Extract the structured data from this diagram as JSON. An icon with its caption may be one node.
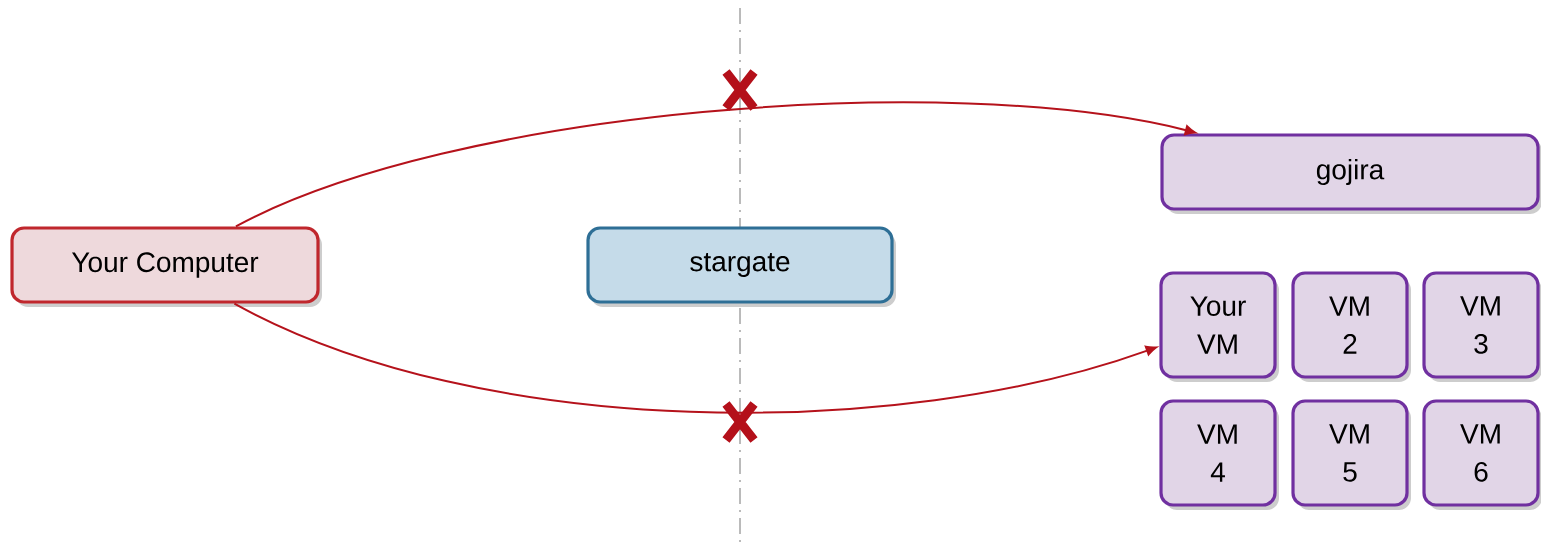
{
  "diagram": {
    "nodes": [
      {
        "text": [
          "Your Computer"
        ]
      },
      {
        "text": [
          "stargate"
        ]
      },
      {
        "text": [
          "gojira"
        ]
      },
      {
        "text": [
          "Your VM"
        ]
      },
      {
        "text": [
          "VM 2"
        ]
      },
      {
        "text": [
          "VM 3"
        ]
      },
      {
        "text": [
          "VM 4"
        ]
      },
      {
        "text": [
          "VM 5"
        ]
      },
      {
        "text": [
          "VM 6"
        ]
      }
    ],
    "edges": [
      {
        "from": 0,
        "to": 2,
        "arrow": "to"
      },
      {
        "from": 0,
        "to": 3,
        "arrow": "to"
      }
    ]
  }
}
